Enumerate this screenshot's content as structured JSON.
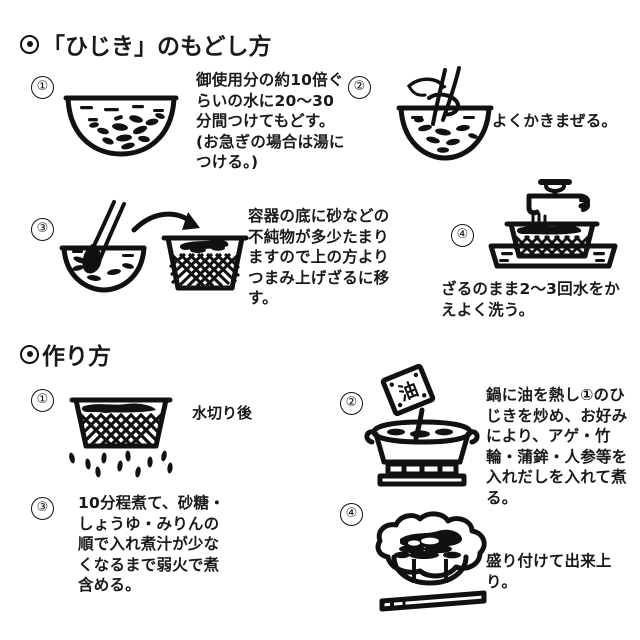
{
  "document": {
    "title": "ひじきの調理説明図",
    "ink_color": "#111111",
    "background_color": "#ffffff"
  },
  "sections": [
    {
      "id": "modoshikata",
      "heading": "「ひじき」のもどし方",
      "bullet_icon": "ring-dot-bullet",
      "steps": [
        {
          "number": "①",
          "illustration": "bowl-with-soaking-hijiki",
          "text": "御使用分の約10倍ぐらいの水に20〜30分間つけてもどす。(お急ぎの場合は湯につける。)"
        },
        {
          "number": "②",
          "illustration": "bowl-stirred-with-chopsticks",
          "text": "よくかきまぜる。"
        },
        {
          "number": "③",
          "illustration": "bowl-chopsticks-arrow-to-strainer",
          "text": "容器の底に砂などの不純物が多少たまりますので上の方よりつまみ上げざるに移す。"
        },
        {
          "number": "④",
          "illustration": "faucet-rinsing-strainer-in-sink",
          "text": "ざるのまま2〜3回水をかえよく洗う。"
        }
      ]
    },
    {
      "id": "tsukurikata",
      "heading": "作り方",
      "bullet_icon": "ring-dot-bullet",
      "steps": [
        {
          "number": "①",
          "illustration": "strainer-draining-water-drops",
          "text": "水切り後"
        },
        {
          "number": "②",
          "illustration": "oil-can-pouring-into-pot-on-burner",
          "illustration_label": "油",
          "text": "鍋に油を熱し①のひじきを炒め、お好みにより、アゲ・竹輪・蒲鉾・人参等を入れだしを入れて煮る。"
        },
        {
          "number": "③",
          "illustration": "none",
          "text": "10分程煮て、砂糖・しょうゆ・みりんの順で入れ煮汁が少なくなるまで弱火で煮含める。"
        },
        {
          "number": "④",
          "illustration": "served-dish-with-chopsticks",
          "text": "盛り付けて出来上り。"
        }
      ]
    }
  ]
}
